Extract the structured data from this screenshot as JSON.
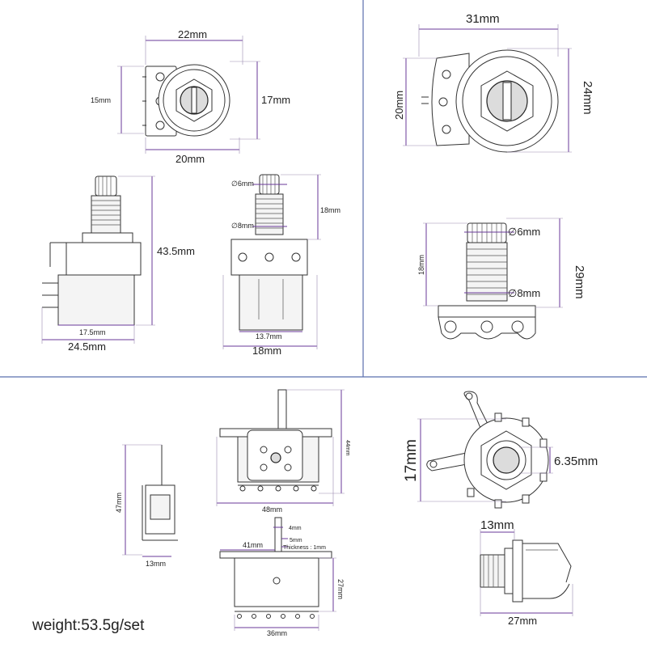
{
  "labels": {
    "pot_top_width": "22mm",
    "pot_top_height_left": "15mm",
    "pot_top_height_right": "17mm",
    "pot_top_bottom": "20mm",
    "pot_side_height": "43.5mm",
    "pot_side_inner": "17.5mm",
    "pot_side_outer": "24.5mm",
    "pot_front_shaft_dia": "∅6mm",
    "pot_front_bushing_dia": "∅8mm",
    "pot_front_shaft_len": "18mm",
    "pot_front_inner": "13.7mm",
    "pot_front_outer": "18mm",
    "big_pot_width": "31mm",
    "big_pot_h_left": "20mm",
    "big_pot_h_right": "24mm",
    "big_pot_shaft_dia": "∅6mm",
    "big_pot_bushing_dia": "∅8mm",
    "big_pot_len_left": "18mm",
    "big_pot_len_right": "29mm",
    "switch_side_height": "47mm",
    "switch_side_width": "13mm",
    "switch_front_height": "44mm",
    "switch_front_width": "48mm",
    "switch_lever_width": "4mm",
    "switch_lever_thickness": "5mm",
    "switch_plate_thickness": "Thickness : 1mm",
    "switch_mount_left": "41mm",
    "switch_back_height": "27mm",
    "switch_back_width": "36mm",
    "jack_height": "17mm",
    "jack_dia": "6.35mm",
    "jack_side_top": "13mm",
    "jack_side_bottom": "27mm",
    "weight": "weight:53.5g/set"
  }
}
